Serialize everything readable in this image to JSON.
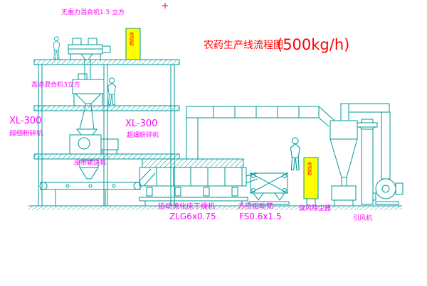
{
  "title": {
    "text": "农药生产线流程图",
    "capacity": "(500kg/h)"
  },
  "labels": {
    "mixer_top": "无重力混合机1.5 立方",
    "mixer_high_speed": "高速混合机3立方",
    "mill_left_model": "XL-300",
    "mill_left_name": "超细粉碎机",
    "mill_mid_model": "XL-300",
    "mill_mid_name": "超细粉碎机",
    "belt_conveyor": "皮带输送机",
    "dryer_name": "振动流化床干燥机",
    "dryer_model": "ZLG6x0.75",
    "sieve_name": "方形振动筛",
    "sieve_model": "FS0.6x1.5",
    "cyclone_name": "旋风除尘器",
    "fan_name": "引风机",
    "cabinet_text": "电控柜"
  },
  "colors": {
    "line": "#009a9a",
    "label": "#ff00ff",
    "title": "#ff0000",
    "cabinet_fill": "#ffff00",
    "cabinet_text": "#ff0000",
    "background": "#ffffff"
  }
}
